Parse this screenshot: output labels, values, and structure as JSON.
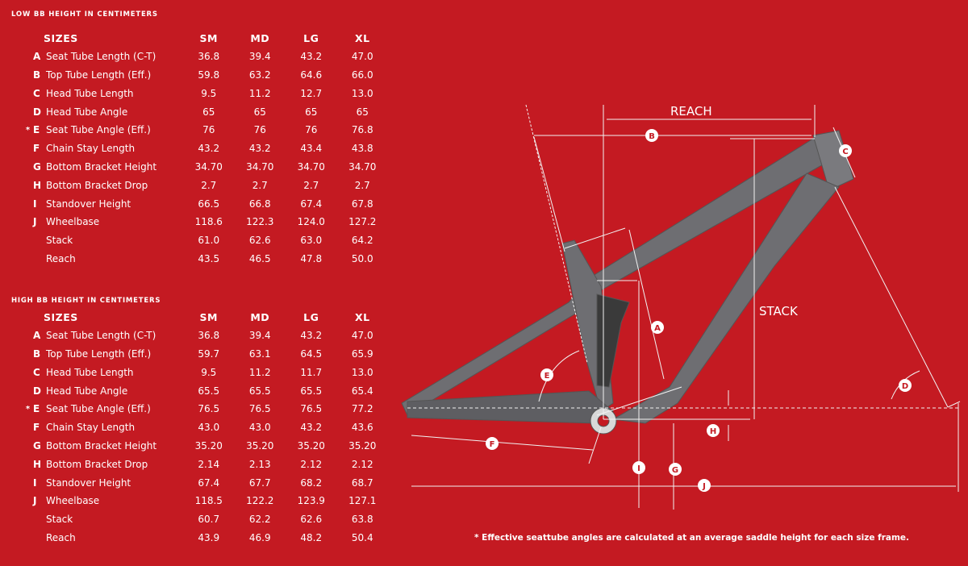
{
  "tables": [
    {
      "title": "LOW BB HEIGHT IN CENTIMETERS",
      "sizes_label": "SIZES",
      "columns": [
        "SM",
        "MD",
        "LG",
        "XL"
      ],
      "rows": [
        {
          "marker": "",
          "letter": "A",
          "label": "Seat Tube Length (C-T)",
          "values": [
            "36.8",
            "39.4",
            "43.2",
            "47.0"
          ]
        },
        {
          "marker": "",
          "letter": "B",
          "label": "Top Tube Length (Eff.)",
          "values": [
            "59.8",
            "63.2",
            "64.6",
            "66.0"
          ]
        },
        {
          "marker": "",
          "letter": "C",
          "label": "Head Tube Length",
          "values": [
            "9.5",
            "11.2",
            "12.7",
            "13.0"
          ]
        },
        {
          "marker": "",
          "letter": "D",
          "label": "Head Tube Angle",
          "values": [
            "65",
            "65",
            "65",
            "65"
          ]
        },
        {
          "marker": "*",
          "letter": "E",
          "label": "Seat Tube Angle (Eff.)",
          "values": [
            "76",
            "76",
            "76",
            "76.8"
          ]
        },
        {
          "marker": "",
          "letter": "F",
          "label": "Chain Stay Length",
          "values": [
            "43.2",
            "43.2",
            "43.4",
            "43.8"
          ]
        },
        {
          "marker": "",
          "letter": "G",
          "label": "Bottom Bracket Height",
          "values": [
            "34.70",
            "34.70",
            "34.70",
            "34.70"
          ]
        },
        {
          "marker": "",
          "letter": "H",
          "label": "Bottom Bracket Drop",
          "values": [
            "2.7",
            "2.7",
            "2.7",
            "2.7"
          ]
        },
        {
          "marker": "",
          "letter": "I",
          "label": "Standover Height",
          "values": [
            "66.5",
            "66.8",
            "67.4",
            "67.8"
          ]
        },
        {
          "marker": "",
          "letter": "J",
          "label": "Wheelbase",
          "values": [
            "118.6",
            "122.3",
            "124.0",
            "127.2"
          ]
        },
        {
          "marker": "",
          "letter": "",
          "label": "Stack",
          "values": [
            "61.0",
            "62.6",
            "63.0",
            "64.2"
          ]
        },
        {
          "marker": "",
          "letter": "",
          "label": "Reach",
          "values": [
            "43.5",
            "46.5",
            "47.8",
            "50.0"
          ]
        }
      ]
    },
    {
      "title": "HIGH BB HEIGHT IN CENTIMETERS",
      "sizes_label": "SIZES",
      "columns": [
        "SM",
        "MD",
        "LG",
        "XL"
      ],
      "rows": [
        {
          "marker": "",
          "letter": "A",
          "label": "Seat Tube Length (C-T)",
          "values": [
            "36.8",
            "39.4",
            "43.2",
            "47.0"
          ]
        },
        {
          "marker": "",
          "letter": "B",
          "label": "Top Tube Length (Eff.)",
          "values": [
            "59.7",
            "63.1",
            "64.5",
            "65.9"
          ]
        },
        {
          "marker": "",
          "letter": "C",
          "label": "Head Tube Length",
          "values": [
            "9.5",
            "11.2",
            "11.7",
            "13.0"
          ]
        },
        {
          "marker": "",
          "letter": "D",
          "label": "Head Tube Angle",
          "values": [
            "65.5",
            "65.5",
            "65.5",
            "65.4"
          ]
        },
        {
          "marker": "*",
          "letter": "E",
          "label": "Seat Tube Angle (Eff.)",
          "values": [
            "76.5",
            "76.5",
            "76.5",
            "77.2"
          ]
        },
        {
          "marker": "",
          "letter": "F",
          "label": "Chain Stay Length",
          "values": [
            "43.0",
            "43.0",
            "43.2",
            "43.6"
          ]
        },
        {
          "marker": "",
          "letter": "G",
          "label": "Bottom Bracket Height",
          "values": [
            "35.20",
            "35.20",
            "35.20",
            "35.20"
          ]
        },
        {
          "marker": "",
          "letter": "H",
          "label": "Bottom Bracket Drop",
          "values": [
            "2.14",
            "2.13",
            "2.12",
            "2.12"
          ]
        },
        {
          "marker": "",
          "letter": "I",
          "label": "Standover Height",
          "values": [
            "67.4",
            "67.7",
            "68.2",
            "68.7"
          ]
        },
        {
          "marker": "",
          "letter": "J",
          "label": "Wheelbase",
          "values": [
            "118.5",
            "122.2",
            "123.9",
            "127.1"
          ]
        },
        {
          "marker": "",
          "letter": "",
          "label": "Stack",
          "values": [
            "60.7",
            "62.2",
            "62.6",
            "63.8"
          ]
        },
        {
          "marker": "",
          "letter": "",
          "label": "Reach",
          "values": [
            "43.9",
            "46.9",
            "48.2",
            "50.4"
          ]
        }
      ]
    }
  ],
  "diagram": {
    "reach_label": "REACH",
    "stack_label": "STACK",
    "markers": {
      "A": "A",
      "B": "B",
      "C": "C",
      "D": "D",
      "E": "E",
      "F": "F",
      "G": "G",
      "H": "H",
      "I": "I",
      "J": "J"
    },
    "frame_color": "#6e6e72"
  },
  "footnote": "* Effective seattube angles are calculated at an average saddle height for each size frame."
}
